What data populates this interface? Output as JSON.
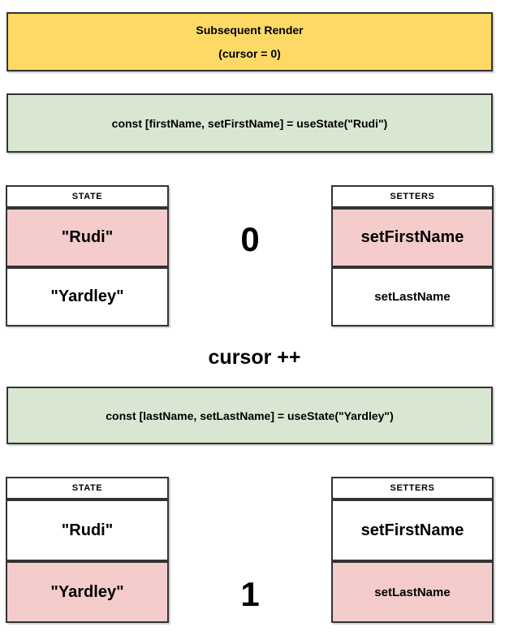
{
  "header_box": {
    "title": "Subsequent Render",
    "subtitle": "(cursor = 0)"
  },
  "code_line_1": "const [firstName, setFirstName] = useState(\"Rudi\")",
  "code_line_2": "const [lastName, setLastName] = useState(\"Yardley\")",
  "cursor_increment": "cursor ++",
  "render_step_1": {
    "cursor_value": "0",
    "state": {
      "header": "STATE",
      "rows": [
        {
          "text": "\"Rudi\"",
          "highlighted": true
        },
        {
          "text": "\"Yardley\"",
          "highlighted": false
        }
      ]
    },
    "setters": {
      "header": "SETTERS",
      "rows": [
        {
          "text": "setFirstName",
          "highlighted": true
        },
        {
          "text": "setLastName",
          "highlighted": false
        }
      ]
    }
  },
  "render_step_2": {
    "cursor_value": "1",
    "state": {
      "header": "STATE",
      "rows": [
        {
          "text": "\"Rudi\"",
          "highlighted": false
        },
        {
          "text": "\"Yardley\"",
          "highlighted": true
        }
      ]
    },
    "setters": {
      "header": "SETTERS",
      "rows": [
        {
          "text": "setFirstName",
          "highlighted": false
        },
        {
          "text": "setLastName",
          "highlighted": true
        }
      ]
    }
  },
  "colors": {
    "yellow_fill": "#FFD966",
    "green_fill": "#D9E7D2",
    "pink_highlight": "#F4CCCC",
    "border": "#333333"
  }
}
